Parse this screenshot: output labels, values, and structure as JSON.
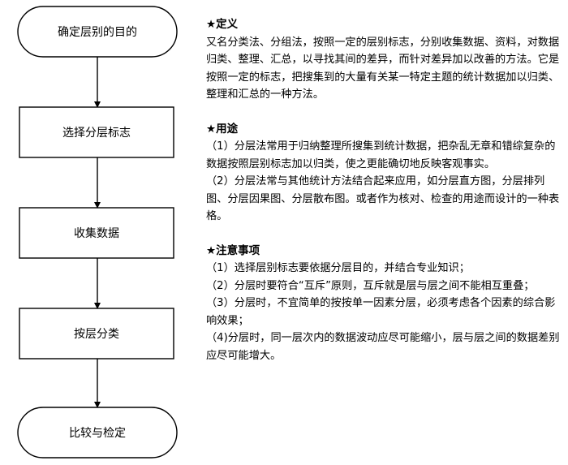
{
  "flowchart": {
    "nodes": [
      {
        "id": "n1",
        "shape": "terminal",
        "label": "确定层别的目的"
      },
      {
        "id": "n2",
        "shape": "process",
        "label": "选择分层标志"
      },
      {
        "id": "n3",
        "shape": "process",
        "label": "收集数据"
      },
      {
        "id": "n4",
        "shape": "process",
        "label": "按层分类"
      },
      {
        "id": "n5",
        "shape": "terminal",
        "label": "比较与检定"
      }
    ],
    "edges": [
      {
        "from": "n1",
        "to": "n2"
      },
      {
        "from": "n2",
        "to": "n3"
      },
      {
        "from": "n3",
        "to": "n4"
      },
      {
        "from": "n4",
        "to": "n5"
      }
    ]
  },
  "definition": {
    "title": "★定义",
    "paragraphs": [
      "又名分类法、分组法，按照一定的层别标志，分别收集数据、资料，对数据归类、整理、汇总，以寻找其间的差异，而针对差异加以改善的方法。它是按照一定的标志，把搜集到的大量有关某一特定主题的统计数据加以归类、整理和汇总的一种方法。"
    ]
  },
  "usage": {
    "title": "★用途",
    "paragraphs": [
      "（1）分层法常用于归纳整理所搜集到统计数据，把杂乱无章和错综复杂的数据按照层别标志加以归类，使之更能确切地反映客观事实。",
      "（2）分层法常与其他统计方法结合起来应用，如分层直方图，分层排列图、分层因果图、分层散布图。或者作为核对、检查的用途而设计的一种表格。"
    ]
  },
  "notes": {
    "title": "★注意事项",
    "paragraphs": [
      "（1）选择层别标志要依据分层目的，并结合专业知识；",
      "（2）分层时要符合“互斥”原则，互斥就是层与层之间不能相互重叠；",
      "（3）分层时，不宜简单的按按单一因素分层，必须考虑各个因素的综合影响效果；",
      "（4)分层时，同一层次内的数据波动应尽可能缩小，层与层之间的数据差别应尽可能增大。"
    ]
  }
}
